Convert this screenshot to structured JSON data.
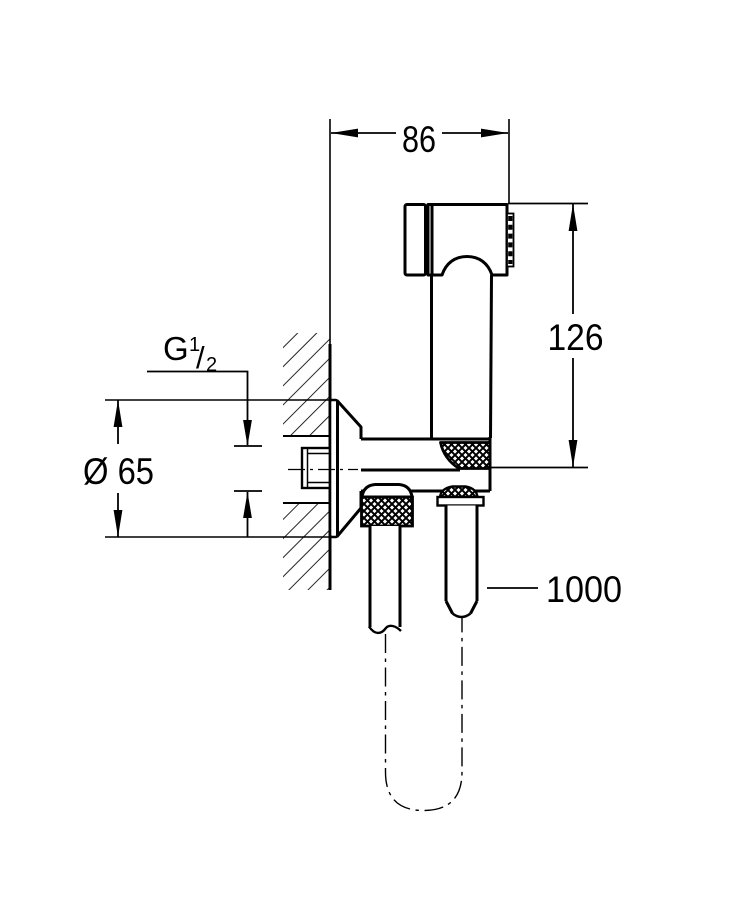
{
  "page": {
    "background": "#ffffff",
    "line_color": "#000000"
  },
  "labels": {
    "projection_width": "86",
    "height": "126",
    "flange_diameter": "Ø 65",
    "hose_length": "1000",
    "thread_g": "G",
    "thread_numerator": "1",
    "thread_slash": "/",
    "thread_denominator": "2",
    "thread_full": "G 1/2"
  }
}
